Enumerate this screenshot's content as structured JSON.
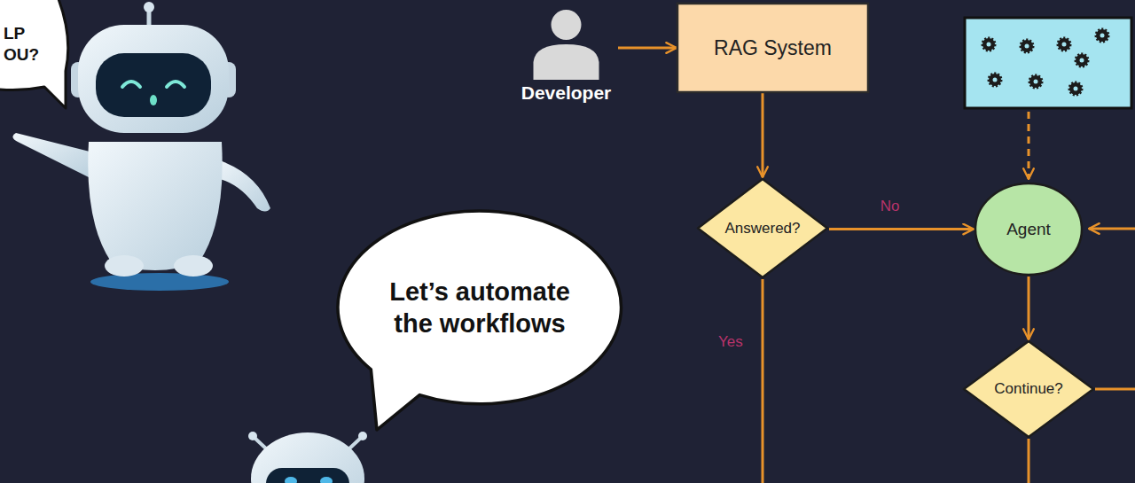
{
  "diagram": {
    "nodes": [
      {
        "text": [
          "LP OU?"
        ]
      },
      {
        "text": [
          "Developer"
        ]
      },
      {
        "text": [
          "RAG System"
        ]
      },
      {
        "text": [
          "Answered?"
        ]
      },
      {
        "text": [
          "Agent"
        ]
      },
      {
        "text": [
          "Let’s automate the workflows"
        ]
      },
      {
        "text": [
          "Continue?"
        ]
      }
    ],
    "edges": [
      {
        "from": 1,
        "to": 2,
        "arrow": "to"
      },
      {
        "from": 2,
        "to": 3,
        "arrow": "to"
      },
      {
        "from": 3,
        "to": 4,
        "arrow": "to",
        "label": "No"
      },
      {
        "from": 4,
        "to": 6,
        "arrow": "to"
      }
    ],
    "labels": [
      "Yes"
    ]
  }
}
